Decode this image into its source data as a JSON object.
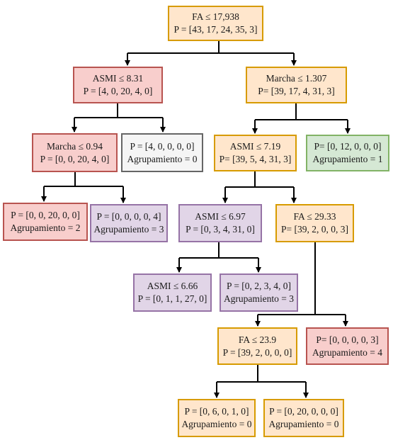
{
  "nodes": {
    "root": {
      "line1": "FA ≤ 17,938",
      "line2": "P = [43, 17, 24, 35, 3]"
    },
    "asmi831": {
      "line1": "ASMI ≤ 8.31",
      "line2": "P = [4, 0, 20, 4, 0]"
    },
    "marcha1307": {
      "line1": "Marcha ≤ 1.307",
      "line2": "P= [39, 17, 4, 31, 3]"
    },
    "marcha094": {
      "line1": "Marcha ≤ 0.94",
      "line2": "P = [0, 0, 20, 4, 0]"
    },
    "leaf_gray": {
      "line1": "P = [4, 0, 0, 0, 0]",
      "line2": "Agrupamiento = 0"
    },
    "asmi719": {
      "line1": "ASMI ≤ 7.19",
      "line2": "P= [39, 5, 4, 31, 3]"
    },
    "leaf_green": {
      "line1": "P= [0, 12, 0, 0, 0]",
      "line2": "Agrupamiento = 1"
    },
    "leaf_red1": {
      "line1": "P = [0, 0, 20, 0, 0]",
      "line2": "Agrupamiento = 2"
    },
    "leaf_pur1": {
      "line1": "P = [0, 0, 0, 0, 4]",
      "line2": "Agrupamiento = 3"
    },
    "asmi697": {
      "line1": "ASMI ≤ 6.97",
      "line2": "P = [0, 3, 4, 31, 0]"
    },
    "fa2933": {
      "line1": "FA ≤ 29.33",
      "line2": "P= [39, 2, 0, 0, 3]"
    },
    "asmi666": {
      "line1": "ASMI ≤ 6.66",
      "line2": "P = [0, 1, 1, 27, 0]"
    },
    "leaf_pur2": {
      "line1": "P = [0, 2, 3, 4, 0]",
      "line2": "Agrupamiento = 3"
    },
    "fa239": {
      "line1": "FA ≤ 23.9",
      "line2": "P = [39, 2, 0, 0, 0]"
    },
    "leaf_red2": {
      "line1": "P= [0, 0, 0, 0, 3]",
      "line2": "Agrupamiento = 4"
    },
    "leaf_o1": {
      "line1": "P = [0, 6, 0, 1, 0]",
      "line2": "Agrupamiento = 0"
    },
    "leaf_o2": {
      "line1": "P = [0, 20, 0, 0, 0]",
      "line2": "Agrupamiento = 0"
    }
  },
  "colors": {
    "orange_fill": "#ffe6cc",
    "orange_border": "#d79b00",
    "red_fill": "#f8cecc",
    "red_border": "#b85450",
    "gray_fill": "#f5f5f5",
    "gray_border": "#666666",
    "green_fill": "#d5e8d4",
    "green_border": "#82b366",
    "purple_fill": "#e1d5e7",
    "purple_border": "#9673a6",
    "edge": "#000000"
  }
}
